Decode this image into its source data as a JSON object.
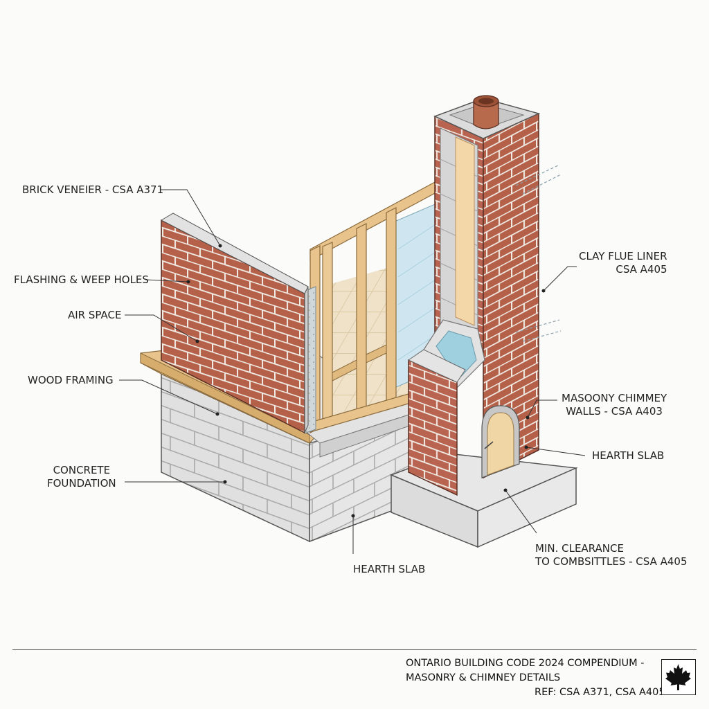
{
  "labels": {
    "brick_veneer": "BRICK VENEIER - CSA A371",
    "flashing": "FLASHING & WEEP HOLES",
    "air_space": "AIR SPACE",
    "wood_framing": "WOOD FRAMING",
    "concrete_foundation": [
      "CONCRETE",
      "FOUNDATION"
    ],
    "hearth_slab_bottom": "HEARTH SLAB",
    "clay_flue_liner": [
      "CLAY FLUE LINER",
      "CSA A405"
    ],
    "masonry_walls": [
      "MASOONY CHIMMEY",
      "WALLS - CSA A403"
    ],
    "hearth_slab_right": "HEARTH SLAB",
    "min_clearance": [
      "MIN. CLEARANCE",
      "TO COMBSITTLES - CSA A405"
    ]
  },
  "footer": {
    "title_line1": "ONTARIO BUILDING CODE 2024 COMPENDIUM -",
    "title_line2": "MASONRY & CHIMNEY DETAILS",
    "ref": "REF: CSA A371, CSA A405",
    "flag_icon": "maple-leaf-icon"
  },
  "colors": {
    "brick": "#b5614a",
    "mortar": "#f0ece6",
    "block": "#dedede",
    "wood": "#e8c48c",
    "glass": "#cfe6f0",
    "flue": "#b86a4c"
  }
}
